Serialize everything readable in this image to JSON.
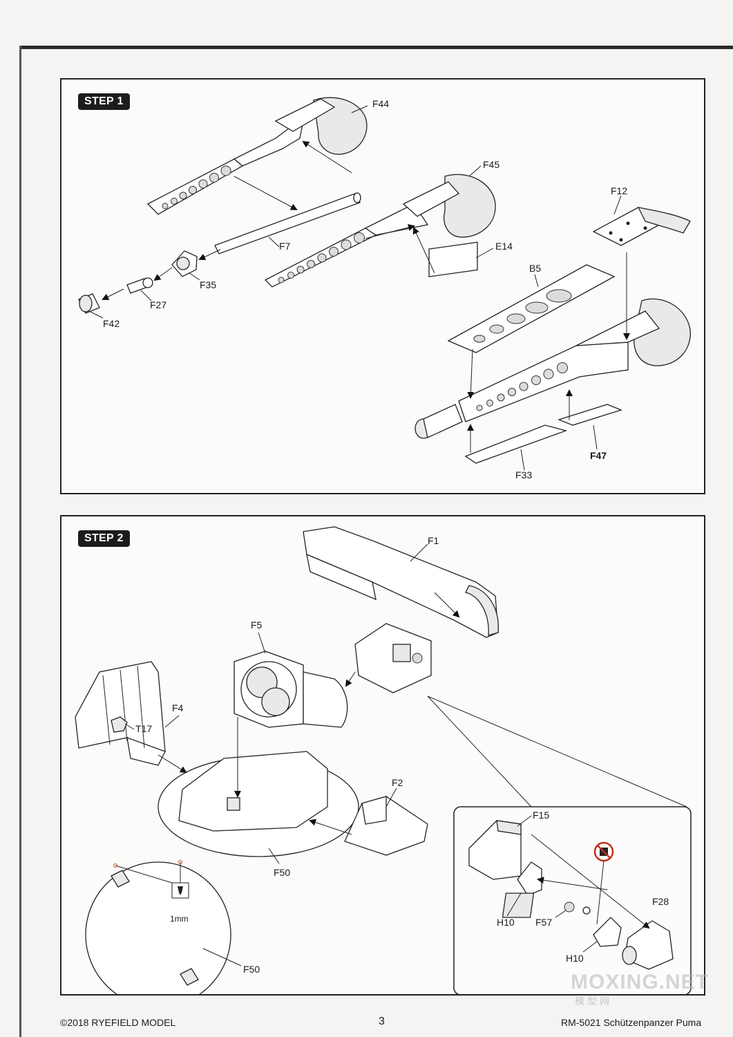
{
  "steps": [
    {
      "badge": "STEP 1",
      "labels": {
        "F44": "F44",
        "F45": "F45",
        "F12": "F12",
        "F7": "F7",
        "E14": "E14",
        "F35": "F35",
        "B5": "B5",
        "F27": "F27",
        "F42": "F42",
        "F47": "F47",
        "F33": "F33"
      }
    },
    {
      "badge": "STEP 2",
      "labels": {
        "F1": "F1",
        "F5": "F5",
        "F4": "F4",
        "T17": "T17",
        "F2": "F2",
        "F50a": "F50",
        "F50b": "F50",
        "F15": "F15",
        "F28": "F28",
        "H10a": "H10",
        "H10b": "H10",
        "F57": "F57",
        "drill": "1mm"
      }
    }
  ],
  "footer": {
    "copyright": "©2018 RYEFIELD MODEL",
    "page_number": "3",
    "product": "RM-5021 Schützenpanzer Puma"
  },
  "watermark": {
    "main": "MOXING.NET",
    "sub": "模型网"
  }
}
